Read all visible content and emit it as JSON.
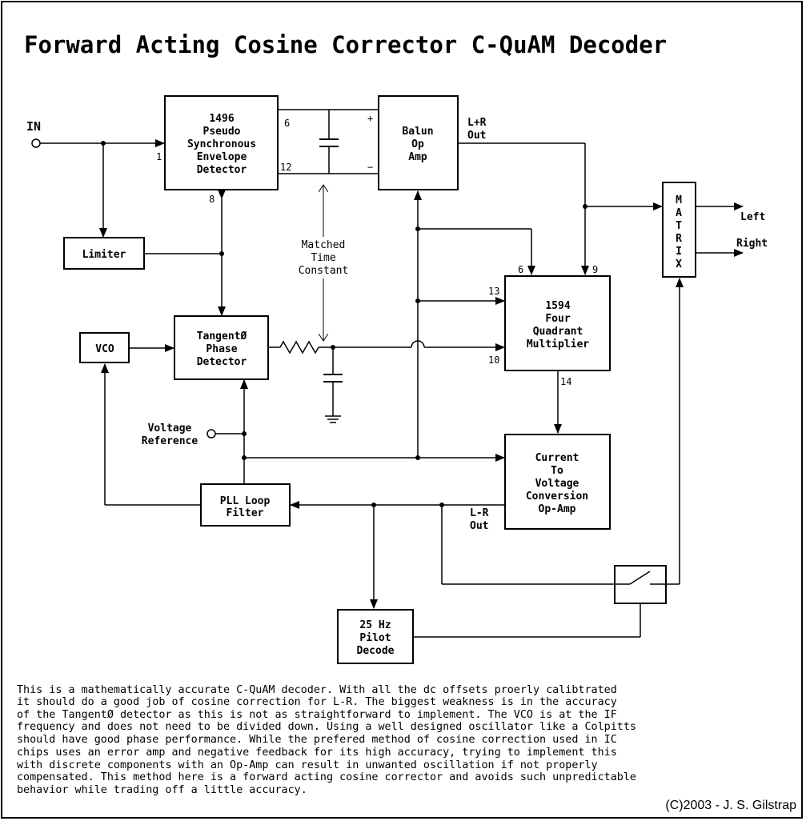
{
  "title": "Forward Acting Cosine Corrector C-QuAM Decoder",
  "blocks": {
    "envelope_detector": [
      "1496",
      "Pseudo",
      "Synchronous",
      "Envelope",
      "Detector"
    ],
    "balun": [
      "Balun",
      "Op",
      "Amp"
    ],
    "limiter": [
      "Limiter"
    ],
    "vco": [
      "VCO"
    ],
    "phase_detector": [
      "TangentØ",
      "Phase",
      "Detector"
    ],
    "multiplier": [
      "1594",
      "Four",
      "Quadrant",
      "Multiplier"
    ],
    "matrix": [
      "M",
      "A",
      "T",
      "R",
      "I",
      "X"
    ],
    "current_to_voltage": [
      "Current",
      "To",
      "Voltage",
      "Conversion",
      "Op-Amp"
    ],
    "pll_filter": [
      "PLL Loop",
      "Filter"
    ],
    "pilot_decode": [
      "25 Hz",
      "Pilot",
      "Decode"
    ]
  },
  "labels": {
    "input": "IN",
    "lr_sum_out": [
      "L+R",
      "Out"
    ],
    "lr_diff_out": [
      "L-R",
      "Out"
    ],
    "left": "Left",
    "right": "Right",
    "voltage_reference": [
      "Voltage",
      "Reference"
    ],
    "matched_time_constant": [
      "Matched",
      "Time",
      "Constant"
    ],
    "plus": "+",
    "minus": "−"
  },
  "pins": {
    "env_1": "1",
    "env_6": "6",
    "env_12": "12",
    "env_8": "8",
    "mult_6": "6",
    "mult_9": "9",
    "mult_13": "13",
    "mult_10": "10",
    "mult_14": "14"
  },
  "description": [
    "This is a mathematically accurate C-QuAM decoder. With all the dc offsets proerly calibtrated",
    "it should do a good job of cosine correction for L-R. The biggest weakness is in the accuracy",
    "of the TangentØ detector as this is not as straightforward to implement. The VCO is at the IF",
    "frequency and does not need to be divided down. Using a well designed oscillator like a Colpitts",
    "should have good phase performance. While the prefered method of cosine correction used in IC",
    "chips uses an error amp and negative feedback for its high accuracy, trying to implement this",
    "with discrete components with an Op-Amp can result in unwanted oscillation if not properly",
    "compensated. This method here is a forward acting cosine corrector and avoids such unpredictable",
    "behavior while trading off a little accuracy."
  ],
  "copyright": "(C)2003 - J. S. Gilstrap"
}
